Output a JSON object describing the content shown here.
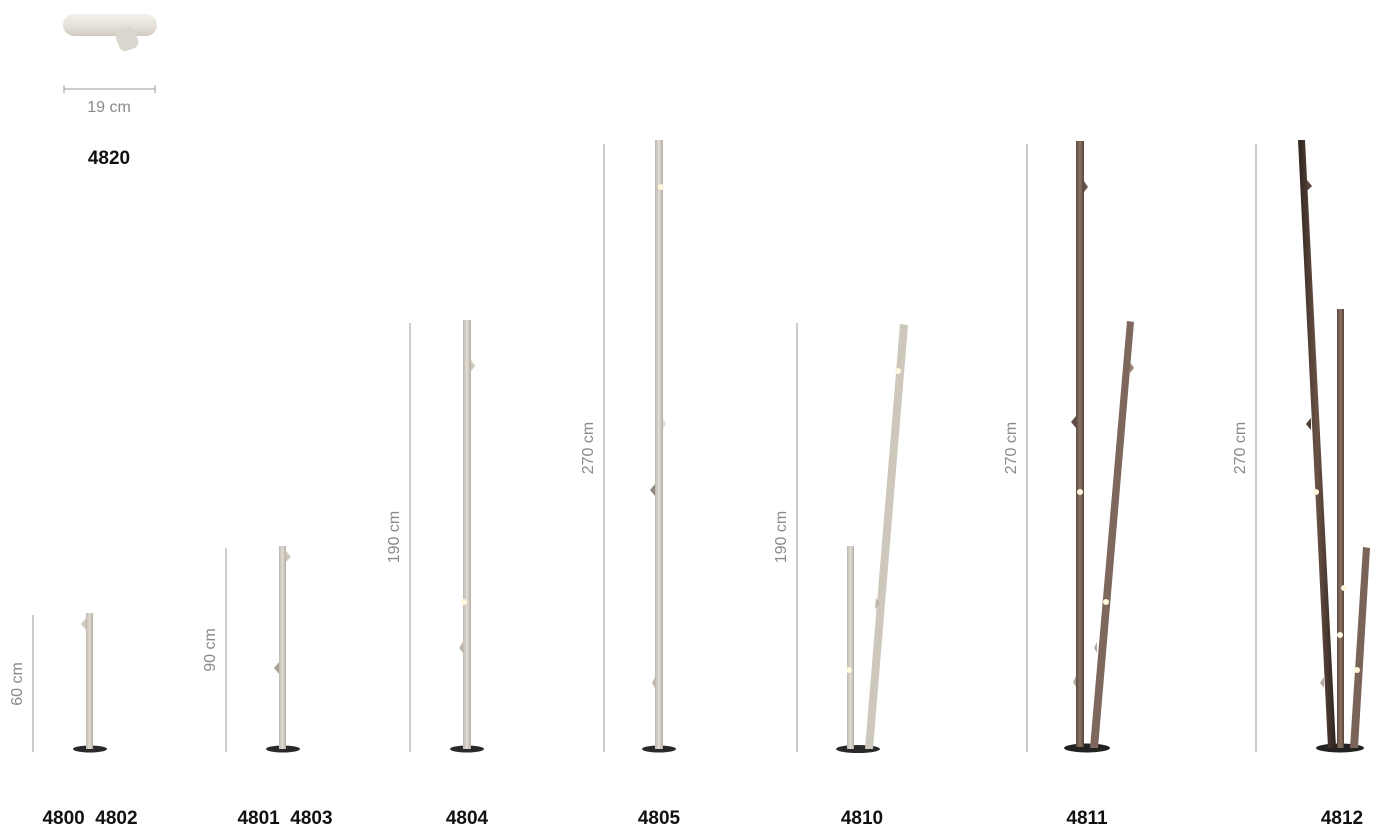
{
  "sconce": {
    "code": "4820",
    "width_label": "19 cm"
  },
  "models": [
    {
      "codes": "4800  4802",
      "height_label": "60 cm"
    },
    {
      "codes": "4801  4803",
      "height_label": "90 cm"
    },
    {
      "codes": "4804",
      "height_label": "190 cm"
    },
    {
      "codes": "4805",
      "height_label": "270 cm"
    },
    {
      "codes": "4810",
      "height_label": "190 cm"
    },
    {
      "codes": "4811",
      "height_label": "270 cm"
    },
    {
      "codes": "4812",
      "height_label": "270 cm"
    }
  ],
  "colors": {
    "pole_light": "#d8d3c9",
    "pole_light_shade": "#b9b3a8",
    "pole_brown": "#7a6358",
    "pole_brown_shade": "#5a463d",
    "pole_dark": "#4a3a30",
    "base": "#2a2a2a",
    "dimension_line": "#9a9a9a",
    "text": "#111111"
  }
}
